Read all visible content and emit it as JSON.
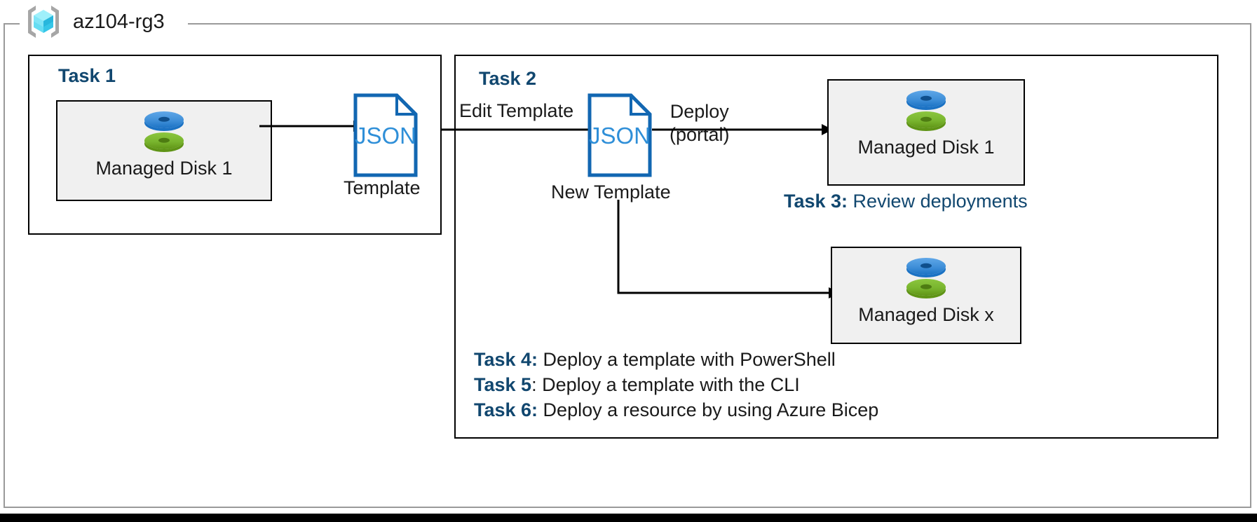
{
  "diagram": {
    "resource_group": {
      "name": "az104-rg3",
      "icon": "azure-resource-group-icon"
    },
    "panels": [
      {
        "id": "task1",
        "title": "Task 1"
      },
      {
        "id": "task2",
        "title": "Task 2"
      }
    ],
    "resources": [
      {
        "id": "disk1-source",
        "label": "Managed Disk 1",
        "icon": "managed-disk-icon"
      },
      {
        "id": "disk1-output",
        "label": "Managed Disk 1",
        "icon": "managed-disk-icon"
      },
      {
        "id": "diskx-output",
        "label": "Managed Disk x",
        "icon": "managed-disk-icon"
      }
    ],
    "documents": [
      {
        "id": "template",
        "glyph": "JSON",
        "caption": "Template"
      },
      {
        "id": "new-template",
        "glyph": "JSON",
        "caption": "New Template"
      }
    ],
    "edges": [
      {
        "id": "disk-to-template",
        "label": ""
      },
      {
        "id": "template-to-new",
        "label": "Edit Template"
      },
      {
        "id": "new-to-disk1",
        "label_line1": "Deploy",
        "label_line2": "(portal)"
      },
      {
        "id": "new-to-diskx",
        "label": ""
      }
    ],
    "notes": [
      {
        "id": "task3",
        "key": "Task 3:",
        "desc": " Review deployments",
        "accent": true
      },
      {
        "id": "task4",
        "key": "Task 4:",
        "desc": " Deploy a template with PowerShell",
        "accent": false
      },
      {
        "id": "task5",
        "key": "Task 5",
        "desc": ": Deploy a template with the CLI",
        "accent": false
      },
      {
        "id": "task6",
        "key": "Task 6:",
        "desc": " Deploy a resource by using Azure Bicep",
        "accent": false
      }
    ],
    "colors": {
      "accent_blue": "#11476f",
      "json_blue": "#1267b2",
      "json_text_blue": "#2f8fd8",
      "card_fill": "#f0f0f0",
      "border_black": "#000000",
      "rg_border_gray": "#9a9a9a",
      "disk_top_blue": "#3f8fd8",
      "disk_bottom_green": "#79b52e",
      "cube_cyan": "#4fd8f5"
    }
  }
}
